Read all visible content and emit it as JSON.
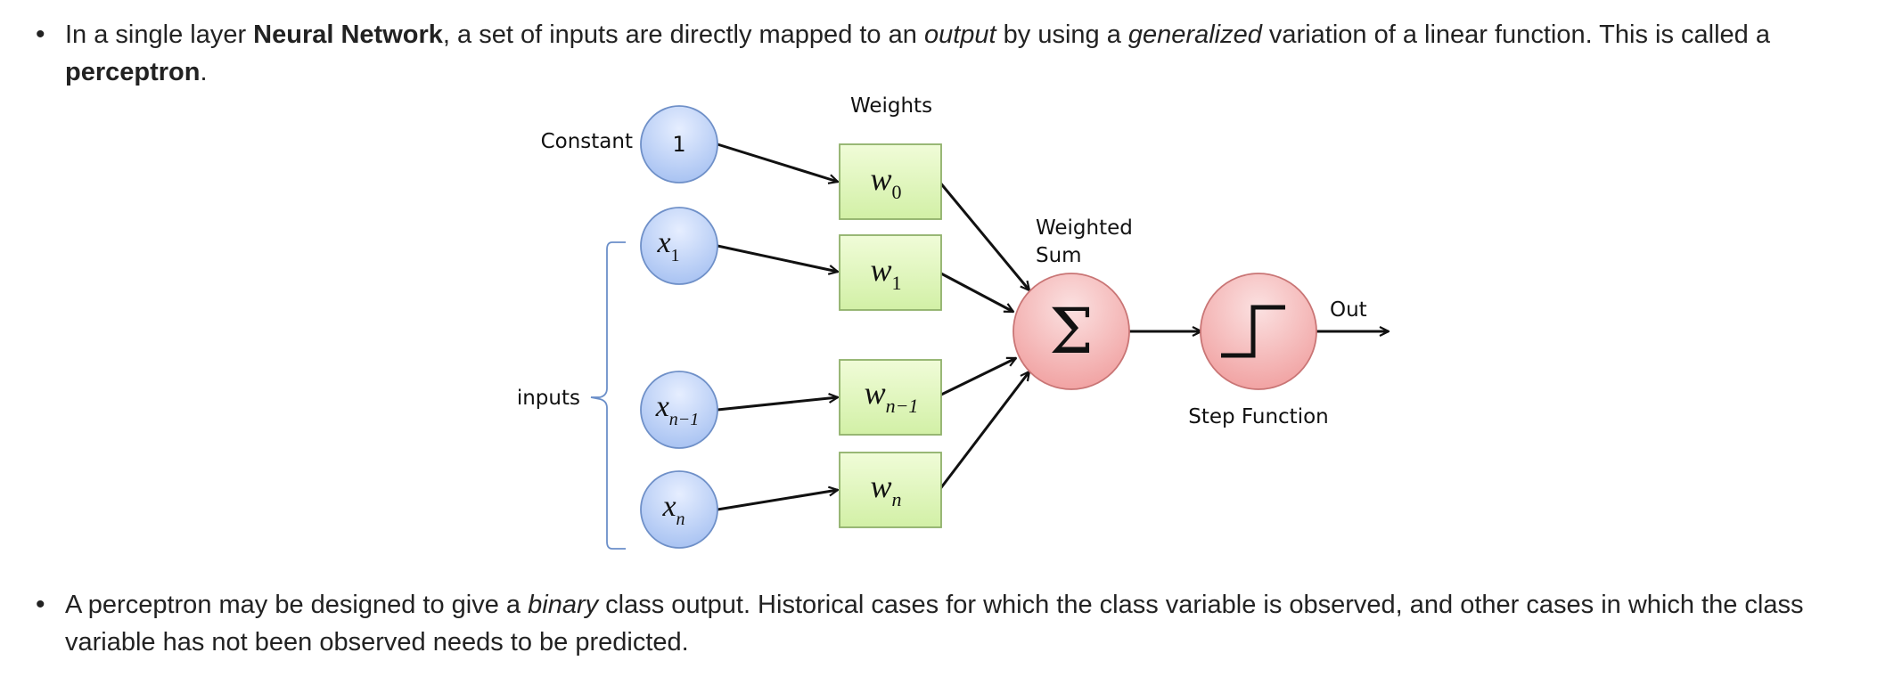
{
  "bullet1": {
    "t1": "In a single layer ",
    "b1": "Neural Network",
    "t2": ", a set of inputs are directly mapped to an ",
    "i1": "output",
    "t3": " by using a ",
    "i2": "generalized",
    "t4": " variation of a linear function. This is called a ",
    "b2": "perceptron",
    "t5": "."
  },
  "diagram": {
    "weights_label": "Weights",
    "constant_label": "Constant",
    "constant_value": "1",
    "inputs_label": "inputs",
    "weighted_sum_line1": "Weighted",
    "weighted_sum_line2": "Sum",
    "sum_symbol": "Σ",
    "out_label": "Out",
    "step_function_label": "Step Function",
    "input_nodes": [
      {
        "base": "x",
        "sub": "1"
      },
      {
        "base": "x",
        "sub": "n−1"
      },
      {
        "base": "x",
        "sub": "n"
      }
    ],
    "weight_boxes": [
      {
        "base": "w",
        "sub": "0"
      },
      {
        "base": "w",
        "sub": "1"
      },
      {
        "base": "w",
        "sub": "n−1"
      },
      {
        "base": "w",
        "sub": "n"
      }
    ],
    "colors": {
      "node_blue": "#a9c3f2",
      "box_green": "#d9f5b0",
      "node_red": "#f1a3a3"
    }
  },
  "bullet2": {
    "t1": "A perceptron may be designed to give a ",
    "i1": "binary",
    "t2": " class output. Historical cases for which the class variable is observed, and other cases in which the class variable has not been observed needs to be predicted."
  }
}
